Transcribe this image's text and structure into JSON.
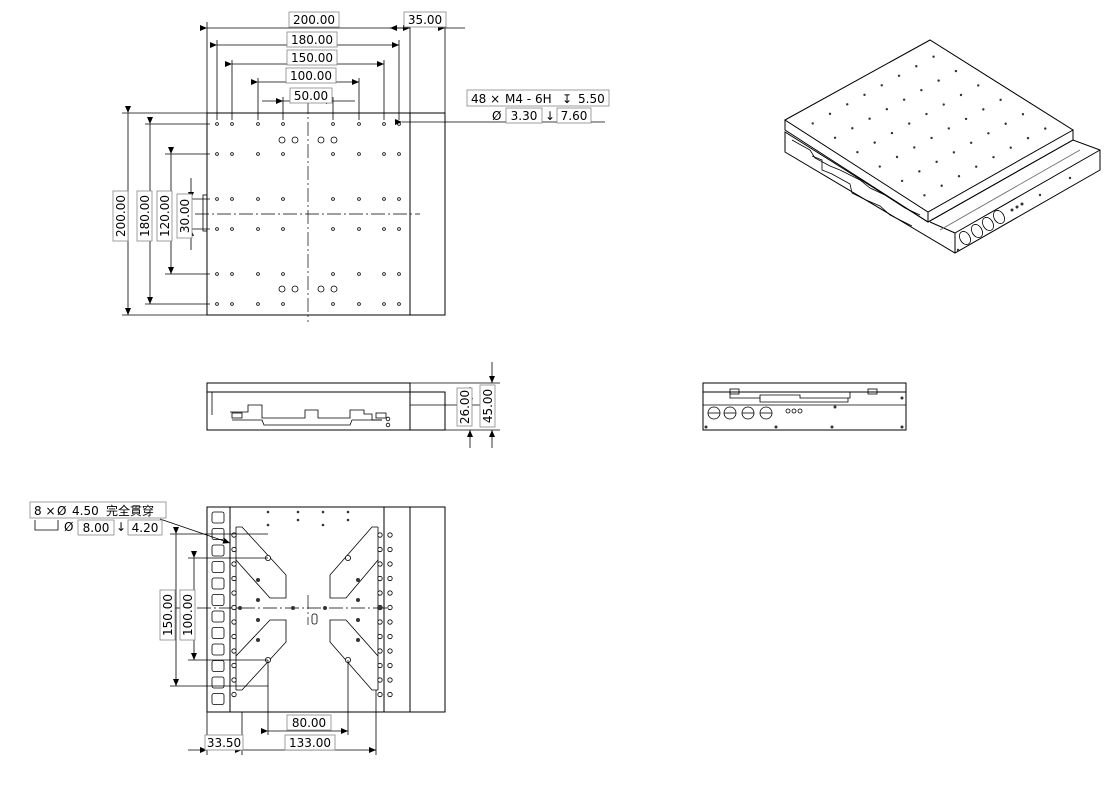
{
  "top_view": {
    "dims": {
      "width_200": "200.00",
      "width_180": "180.00",
      "width_150": "150.00",
      "width_100": "100.00",
      "width_50": "50.00",
      "offset_35": "35.00",
      "height_200": "200.00",
      "height_180": "180.00",
      "height_120": "120.00",
      "height_30": "30.00"
    },
    "hole_callout": {
      "line1_count": "48 ×",
      "line1_thread": "M4 - 6H",
      "depth_symbol": "↧",
      "line1_depth": "5.50",
      "diameter_symbol": "Ø",
      "line2_dia": "3.30",
      "depth_symbol_2": "↓",
      "line2_depth": "7.60"
    }
  },
  "front_view": {
    "dims": {
      "height_26": "26.00",
      "height_45": "45.00"
    }
  },
  "bottom_view": {
    "hole_callout": {
      "line1_count": "8 ×",
      "diameter_symbol": "Ø",
      "line1_dia": "4.50",
      "line1_note": "完全貫穿",
      "cbore_dia": "8.00",
      "depth_symbol": "↓",
      "cbore_depth": "4.20"
    },
    "dims": {
      "height_150": "150.00",
      "height_100": "100.00",
      "width_80": "80.00",
      "width_133": "133.00",
      "offset_33_5": "33.50"
    }
  }
}
